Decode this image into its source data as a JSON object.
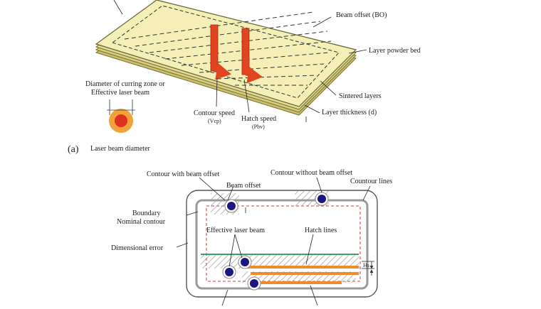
{
  "top": {
    "beam_offset": "Beam offset (BO)",
    "layer_powder_bed": "Layer powder bed",
    "sintered_layers": "Sintered layers",
    "layer_thickness": "Layer thickness (d)",
    "contour_speed_line1": "Contour speed",
    "contour_speed_line2": "(Vcp)",
    "hatch_speed_line1": "Hatch speed",
    "hatch_speed_line2": "(Pbv)",
    "diameter_line1": "Diameter of curring zone or",
    "diameter_line2": "Effective laser beam",
    "panel_letter": "(a)",
    "laser_beam_diameter": "Laser beam diameter"
  },
  "bottom": {
    "contour_with_offset": "Contour with beam offset",
    "beam_offset": "Beam offset",
    "contour_without_offset": "Contour without beam offset",
    "contour_lines": "Countour lines",
    "boundary": "Boundary",
    "nominal_contour": "Nominal contour",
    "effective_laser_beam": "Effective laser beam",
    "hatch_lines": "Hatch lines",
    "dimensional_error": "Dimensional error",
    "hs": "Hs"
  },
  "colors": {
    "bed_yellow": "#f3efb6",
    "bed_side": "#d8cf80",
    "laser_red": "#e0451f",
    "beam_dot": "#1c1780",
    "hatch_orange": "#f08a2a",
    "contour_red": "#d43a3a",
    "green_line": "#3aa36a"
  }
}
